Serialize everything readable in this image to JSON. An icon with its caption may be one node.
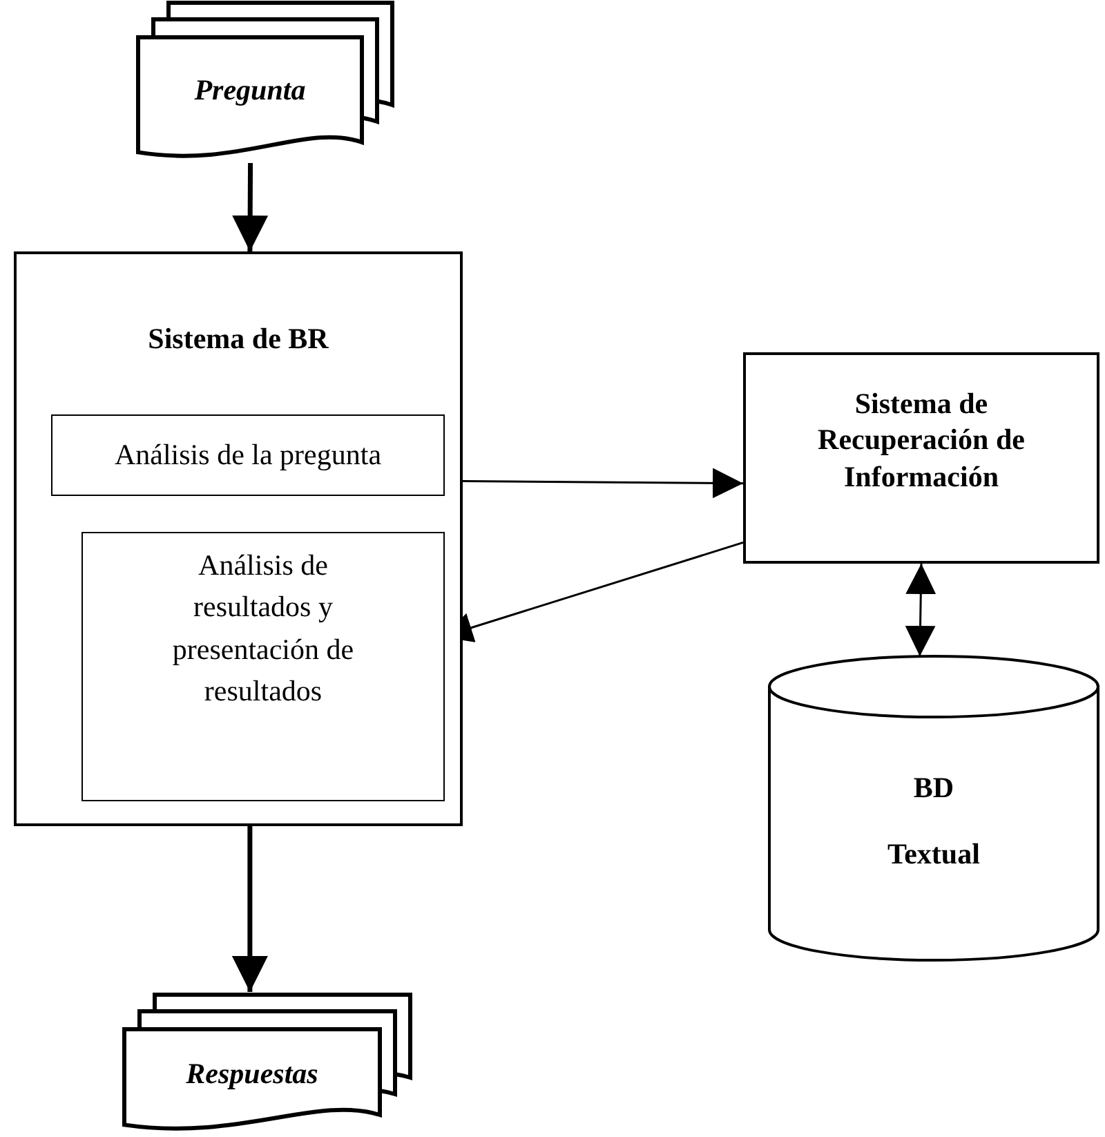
{
  "diagram": {
    "nodes": [
      {
        "text": [
          "Pregunta"
        ]
      },
      {
        "text": [
          "Sistema de BR"
        ]
      },
      {
        "text": [
          "Análisis de la pregunta"
        ],
        "in": 1
      },
      {
        "text": [
          "Análisis de resultados y presentación de resultados"
        ],
        "in": 1
      },
      {
        "text": [
          "Sistema de Recuperación de Información"
        ]
      },
      {
        "text": [
          "BD",
          "Textual"
        ]
      },
      {
        "text": [
          "Respuestas"
        ]
      }
    ],
    "edges": [
      {
        "from": 0,
        "to": 1,
        "arrow": "to",
        "style": "thick"
      },
      {
        "from": 2,
        "to": 4,
        "arrow": "to"
      },
      {
        "from": 4,
        "to": 3,
        "arrow": "to"
      },
      {
        "from": 4,
        "to": 5,
        "arrow": "both"
      },
      {
        "from": 1,
        "to": 6,
        "arrow": "to",
        "style": "thick"
      }
    ]
  }
}
